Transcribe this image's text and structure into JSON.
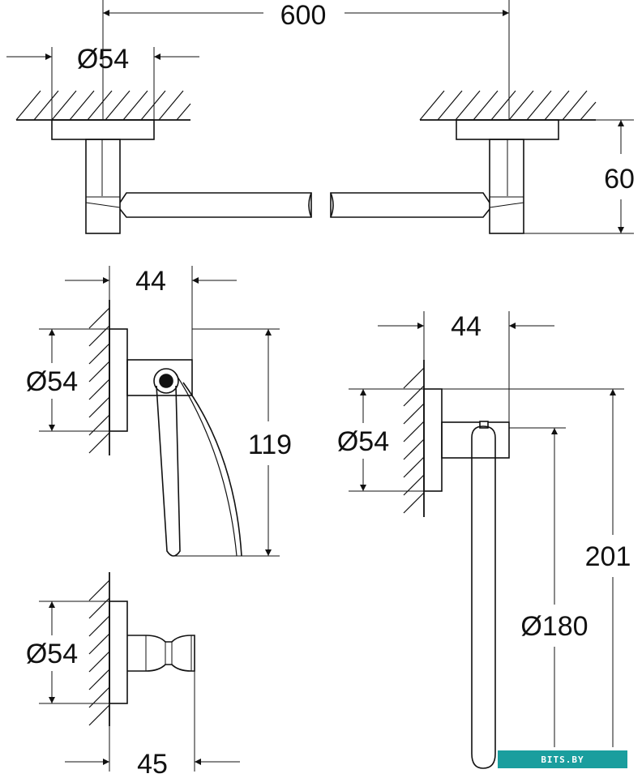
{
  "towel_bar": {
    "width_label": "600",
    "flange_diameter_label": "Ø54",
    "projection_label": "60"
  },
  "paper_holder": {
    "projection_label": "44",
    "flange_diameter_label": "Ø54",
    "height_label": "119"
  },
  "towel_ring": {
    "projection_label": "44",
    "flange_diameter_label": "Ø54",
    "ring_diameter_label": "Ø180",
    "height_label": "201"
  },
  "robe_hook": {
    "flange_diameter_label": "Ø54",
    "projection_label": "45"
  },
  "watermark": {
    "text": "BITS.BY",
    "color": "#1a9e9e"
  },
  "colors": {
    "line": "#111111"
  }
}
